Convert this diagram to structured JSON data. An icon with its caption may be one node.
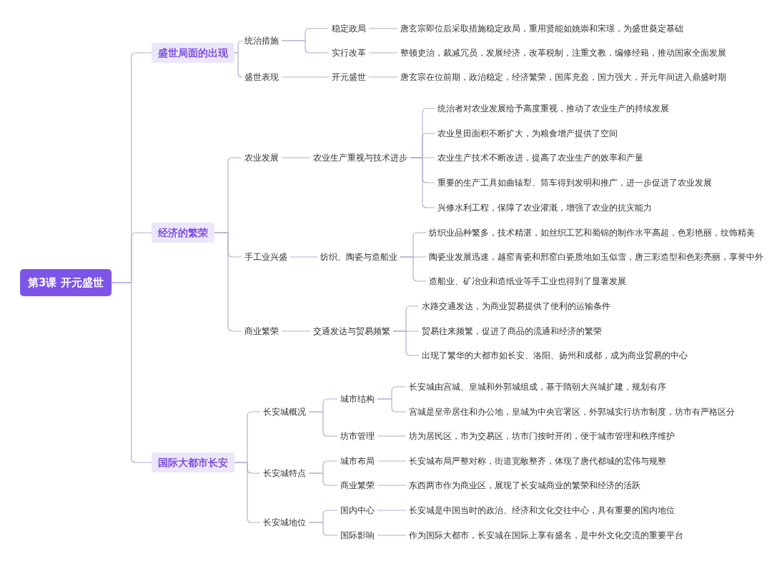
{
  "diagram": {
    "nodes": [
      {
        "text": [
          "第3课 开元盛世"
        ]
      },
      {
        "text": [
          "盛世局面的出现"
        ]
      },
      {
        "text": [
          "统治措施"
        ]
      },
      {
        "text": [
          "稳定政局"
        ]
      },
      {
        "text": [
          "唐玄宗即位后采取措施稳定政局，重用贤能如姚崇和宋璟，为盛世奠定基础"
        ]
      },
      {
        "text": [
          "实行改革"
        ]
      },
      {
        "text": [
          "整顿吏治，裁减冗员，发展经济，改革税制，注重文教，编修经籍，推动国家全面发展"
        ]
      },
      {
        "text": [
          "盛世表现"
        ]
      },
      {
        "text": [
          "开元盛世"
        ]
      },
      {
        "text": [
          "唐玄宗在位前期，政治稳定，经济繁荣，国库充盈，国力强大，开元年间进入鼎盛时期"
        ]
      },
      {
        "text": [
          "经济的繁荣"
        ]
      },
      {
        "text": [
          "农业发展"
        ]
      },
      {
        "text": [
          "农业生产重视与技术进步"
        ]
      },
      {
        "text": [
          "统治者对农业发展给予高度重视，推动了农业生产的持续发展"
        ]
      },
      {
        "text": [
          "农业垦田面积不断扩大，为粮食增产提供了空间"
        ]
      },
      {
        "text": [
          "农业生产技术不断改进，提高了农业生产的效率和产量"
        ]
      },
      {
        "text": [
          "重要的生产工具如曲辕犁、筒车得到发明和推广，进一步促进了农业发展"
        ]
      },
      {
        "text": [
          "兴修水利工程，保障了农业灌溉，增强了农业的抗灾能力"
        ]
      },
      {
        "text": [
          "手工业兴盛"
        ]
      },
      {
        "text": [
          "纺织、陶瓷与造船业"
        ]
      },
      {
        "text": [
          "纺织业品种繁多，技术精湛，如丝织工艺和蜀锦的制作水平高超，色彩艳丽，纹饰精美"
        ]
      },
      {
        "text": [
          "陶瓷业发展迅速，越窑青瓷和邢窑白瓷质地如玉似雪，唐三彩造型和色彩亮丽，享誉中外"
        ]
      },
      {
        "text": [
          "造船业、矿冶业和造纸业等手工业也得到了显著发展"
        ]
      },
      {
        "text": [
          "商业繁荣"
        ]
      },
      {
        "text": [
          "交通发达与贸易频繁"
        ]
      },
      {
        "text": [
          "水路交通发达，为商业贸易提供了便利的运输条件"
        ]
      },
      {
        "text": [
          "贸易往来频繁，促进了商品的流通和经济的繁荣"
        ]
      },
      {
        "text": [
          "出现了繁华的大都市如长安、洛阳、扬州和成都，成为商业贸易的中心"
        ]
      },
      {
        "text": [
          "国际大都市长安"
        ]
      },
      {
        "text": [
          "长安城概况"
        ]
      },
      {
        "text": [
          "城市结构"
        ]
      },
      {
        "text": [
          "长安城由宫城、皇城和外郭城组成，基于隋朝大兴城扩建，规划有序"
        ]
      },
      {
        "text": [
          "宫城是皇帝居住和办公地，皇城为中央官署区，外郭城实行坊市制度，坊市有严格区分"
        ]
      },
      {
        "text": [
          "坊市管理"
        ]
      },
      {
        "text": [
          "坊为居民区，市为交易区，坊市门按时开闭，便于城市管理和秩序维护"
        ]
      },
      {
        "text": [
          "长安城特点"
        ]
      },
      {
        "text": [
          "城市布局"
        ]
      },
      {
        "text": [
          "长安城布局严整对称，街道宽敞整齐，体现了唐代都城的宏伟与规整"
        ]
      },
      {
        "text": [
          "商业繁荣"
        ]
      },
      {
        "text": [
          "东西两市作为商业区，展现了长安城商业的繁荣和经济的活跃"
        ]
      },
      {
        "text": [
          "长安城地位"
        ]
      },
      {
        "text": [
          "国内中心"
        ]
      },
      {
        "text": [
          "长安城是中国当时的政治、经济和文化交往中心，具有重要的国内地位"
        ]
      },
      {
        "text": [
          "国际影响"
        ]
      },
      {
        "text": [
          "作为国际大都市，长安城在国际上享有盛名，是中外文化交流的重要平台"
        ]
      }
    ],
    "edges": [
      {
        "from": 0,
        "to": 1,
        "arrow": "none"
      },
      {
        "from": 0,
        "to": 10,
        "arrow": "none"
      },
      {
        "from": 0,
        "to": 28,
        "arrow": "none"
      },
      {
        "from": 1,
        "to": 2,
        "arrow": "none"
      },
      {
        "from": 1,
        "to": 7,
        "arrow": "none"
      },
      {
        "from": 2,
        "to": 3,
        "arrow": "none"
      },
      {
        "from": 2,
        "to": 5,
        "arrow": "none"
      },
      {
        "from": 3,
        "to": 4,
        "arrow": "none"
      },
      {
        "from": 5,
        "to": 6,
        "arrow": "none"
      },
      {
        "from": 7,
        "to": 8,
        "arrow": "none"
      },
      {
        "from": 8,
        "to": 9,
        "arrow": "none"
      },
      {
        "from": 10,
        "to": 11,
        "arrow": "none"
      },
      {
        "from": 10,
        "to": 18,
        "arrow": "none"
      },
      {
        "from": 10,
        "to": 23,
        "arrow": "none"
      },
      {
        "from": 11,
        "to": 12,
        "arrow": "none"
      },
      {
        "from": 12,
        "to": 13,
        "arrow": "none"
      },
      {
        "from": 12,
        "to": 14,
        "arrow": "none"
      },
      {
        "from": 12,
        "to": 15,
        "arrow": "none"
      },
      {
        "from": 12,
        "to": 16,
        "arrow": "none"
      },
      {
        "from": 12,
        "to": 17,
        "arrow": "none"
      },
      {
        "from": 18,
        "to": 19,
        "arrow": "none"
      },
      {
        "from": 19,
        "to": 20,
        "arrow": "none"
      },
      {
        "from": 19,
        "to": 21,
        "arrow": "none"
      },
      {
        "from": 19,
        "to": 22,
        "arrow": "none"
      },
      {
        "from": 23,
        "to": 24,
        "arrow": "none"
      },
      {
        "from": 24,
        "to": 25,
        "arrow": "none"
      },
      {
        "from": 24,
        "to": 26,
        "arrow": "none"
      },
      {
        "from": 24,
        "to": 27,
        "arrow": "none"
      },
      {
        "from": 28,
        "to": 29,
        "arrow": "none"
      },
      {
        "from": 28,
        "to": 35,
        "arrow": "none"
      },
      {
        "from": 28,
        "to": 40,
        "arrow": "none"
      },
      {
        "from": 29,
        "to": 30,
        "arrow": "none"
      },
      {
        "from": 29,
        "to": 33,
        "arrow": "none"
      },
      {
        "from": 30,
        "to": 31,
        "arrow": "none"
      },
      {
        "from": 30,
        "to": 32,
        "arrow": "none"
      },
      {
        "from": 33,
        "to": 34,
        "arrow": "none"
      },
      {
        "from": 35,
        "to": 36,
        "arrow": "none"
      },
      {
        "from": 35,
        "to": 38,
        "arrow": "none"
      },
      {
        "from": 36,
        "to": 37,
        "arrow": "none"
      },
      {
        "from": 38,
        "to": 39,
        "arrow": "none"
      },
      {
        "from": 40,
        "to": 41,
        "arrow": "none"
      },
      {
        "from": 40,
        "to": 43,
        "arrow": "none"
      },
      {
        "from": 41,
        "to": 42,
        "arrow": "none"
      },
      {
        "from": 43,
        "to": 44,
        "arrow": "none"
      }
    ]
  }
}
